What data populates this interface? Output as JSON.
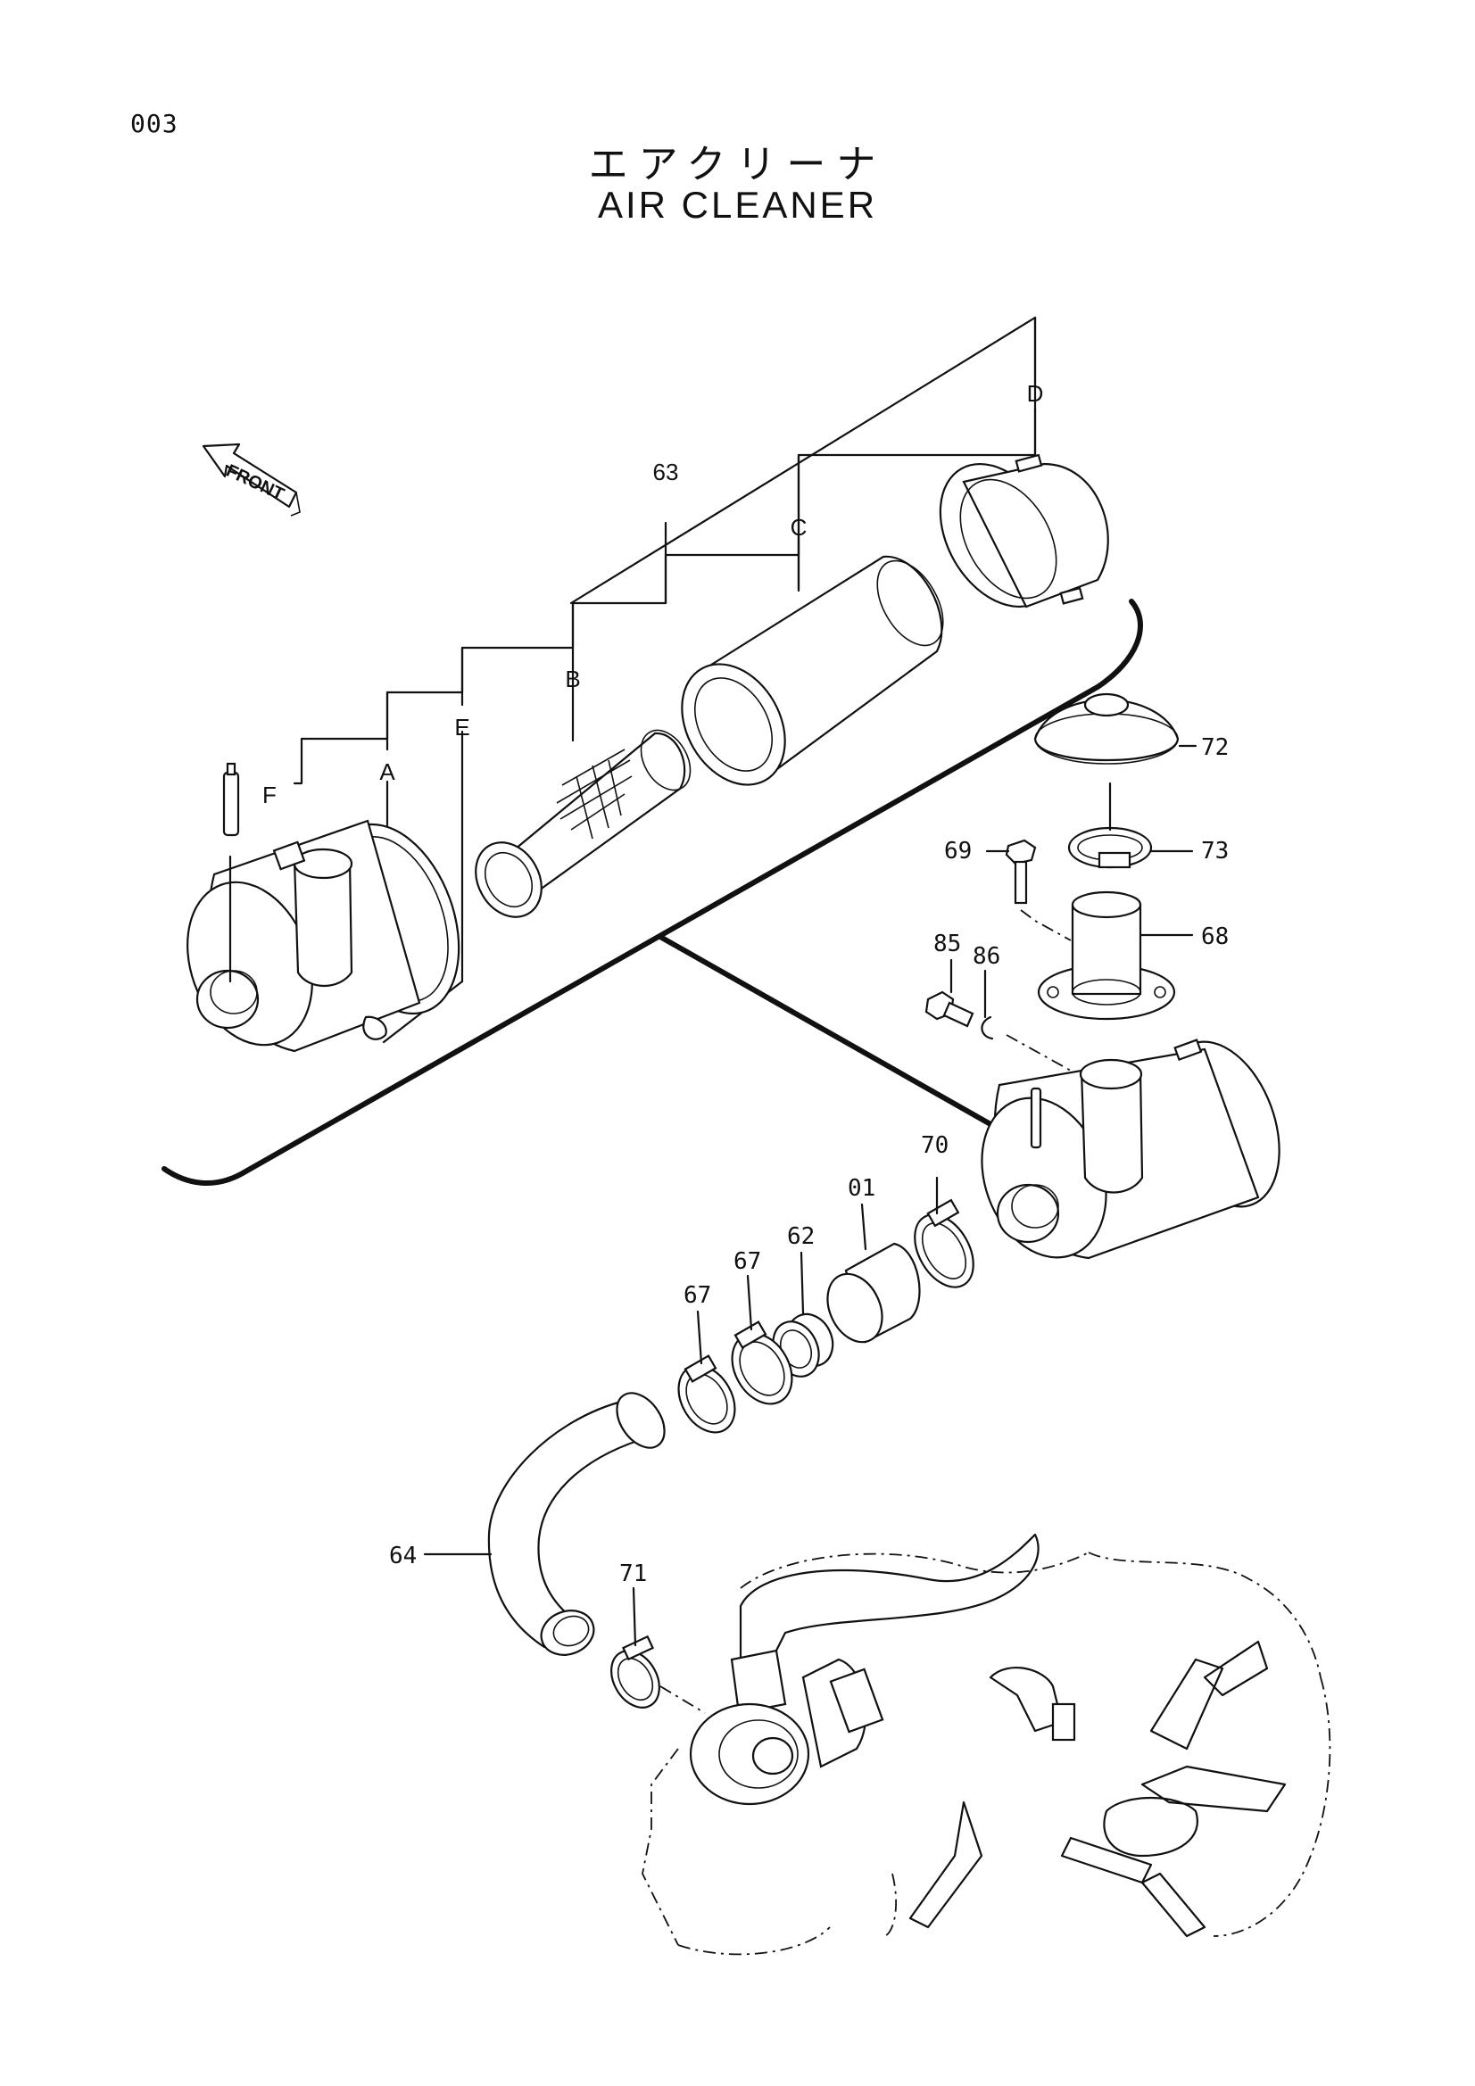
{
  "page": {
    "number": "003"
  },
  "title": {
    "japanese": "エアクリーナ",
    "english": "AIR CLEANER"
  },
  "front_marker": {
    "label": "FRONT"
  },
  "assembly": {
    "label": "63"
  },
  "sub_parts": [
    {
      "key": "A",
      "label": "A",
      "description_visible": ""
    },
    {
      "key": "B",
      "label": "B"
    },
    {
      "key": "C",
      "label": "C"
    },
    {
      "key": "D",
      "label": "D"
    },
    {
      "key": "E",
      "label": "E"
    },
    {
      "key": "F",
      "label": "F"
    }
  ],
  "part_callouts": [
    {
      "id": "72",
      "label": "72"
    },
    {
      "id": "73",
      "label": "73"
    },
    {
      "id": "69",
      "label": "69"
    },
    {
      "id": "68",
      "label": "68"
    },
    {
      "id": "85",
      "label": "85"
    },
    {
      "id": "86",
      "label": "86"
    },
    {
      "id": "70",
      "label": "70"
    },
    {
      "id": "01",
      "label": "01"
    },
    {
      "id": "62",
      "label": "62"
    },
    {
      "id": "67a",
      "label": "67"
    },
    {
      "id": "67b",
      "label": "67"
    },
    {
      "id": "64",
      "label": "64"
    },
    {
      "id": "71",
      "label": "71"
    }
  ]
}
